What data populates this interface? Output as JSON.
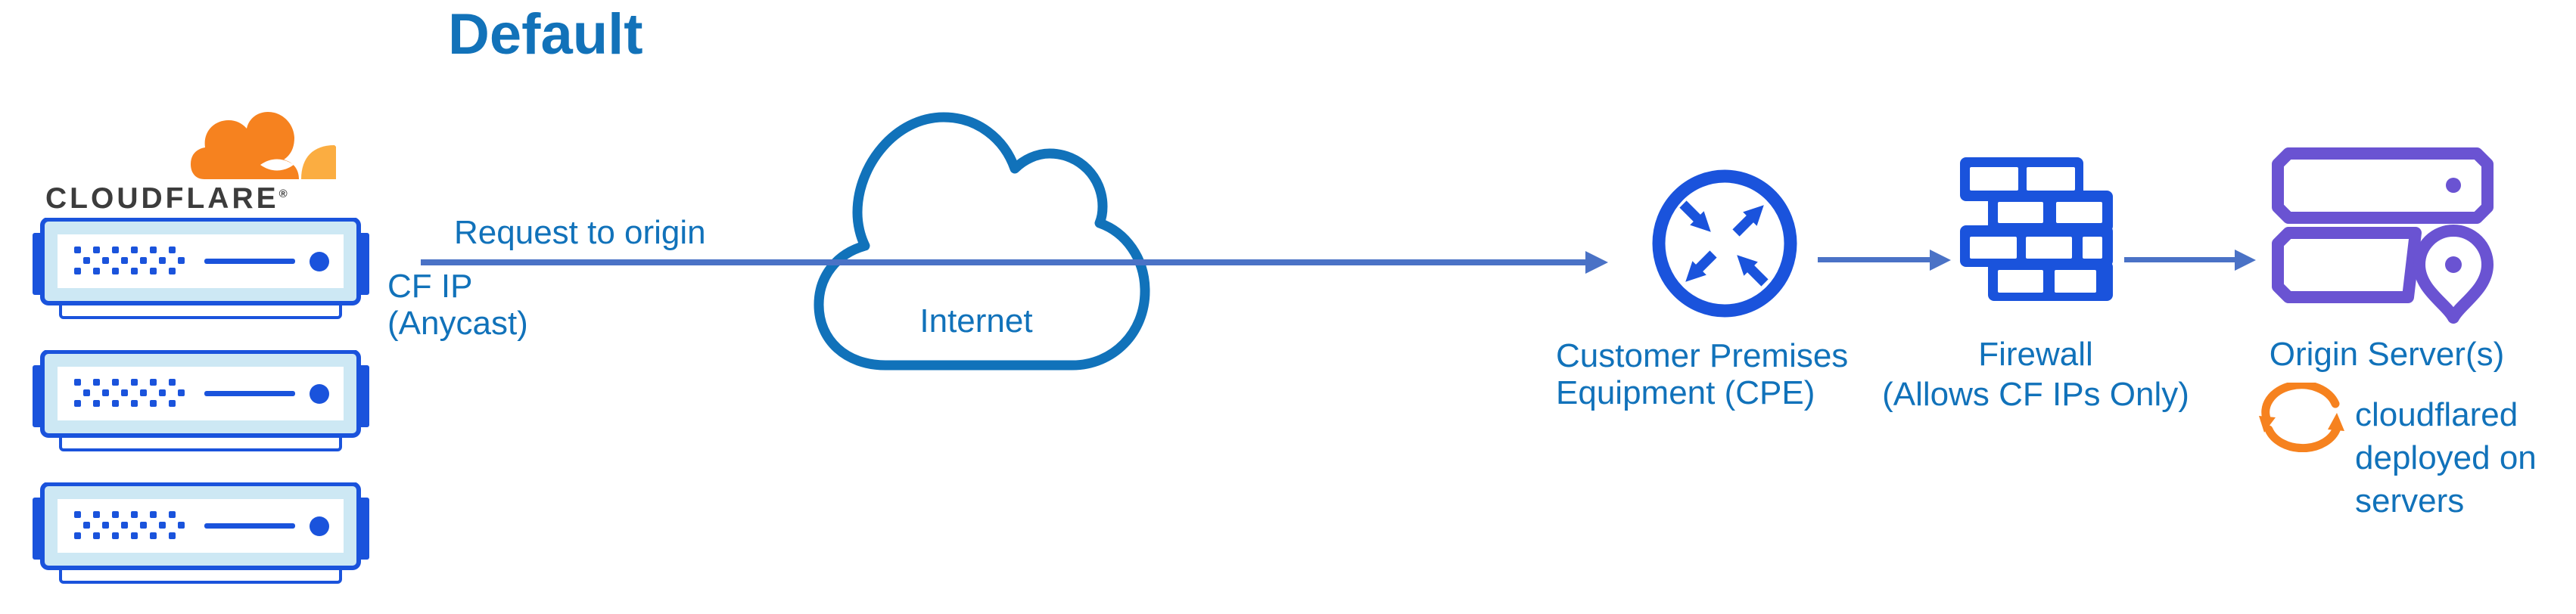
{
  "title": "Default",
  "colors": {
    "title_blue": "#1272b9",
    "label_blue": "#1172ba",
    "icon_blue": "#1a53dc",
    "arrow_blue": "#4a72c6",
    "server_fill": "#cde8f4",
    "orange": "#f6821f",
    "orange_light": "#fbad41",
    "purple": "#6a53d2",
    "ink": "#3c3c3c"
  },
  "cloudflare": {
    "wordmark": "CLOUDFLARE",
    "registered": "®",
    "logo_icon": "cloudflare-cloud-logo",
    "server_icon": "edge-server-icon",
    "server_count": 3
  },
  "edge_link": {
    "request_label": "Request to origin",
    "ip_label_line1": "CF IP",
    "ip_label_line2": "(Anycast)"
  },
  "internet": {
    "label": "Internet",
    "icon": "cloud-icon"
  },
  "cpe": {
    "label_line1": "Customer Premises",
    "label_line2": "Equipment (CPE)",
    "icon": "router-arrows-icon"
  },
  "firewall": {
    "label_line1": "Firewall",
    "label_line2": "(Allows CF IPs Only)",
    "icon": "brick-wall-icon"
  },
  "origin": {
    "label": "Origin Server(s)",
    "icon": "server-stack-location-icon",
    "note_icon": "sync-arrows-icon",
    "note_line1": "cloudflared",
    "note_line2": "deployed on",
    "note_line3": "servers"
  }
}
